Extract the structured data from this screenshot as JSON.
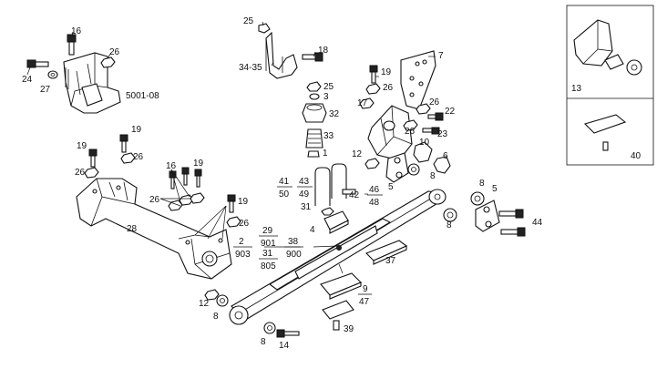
{
  "labels": {
    "l16a": "16",
    "l26a": "26",
    "l24": "24",
    "l27": "27",
    "l5001": "5001-08",
    "l25a": "25",
    "l18": "18",
    "l3435": "34-35",
    "l19a": "19",
    "l26b": "26",
    "l7": "7",
    "l25b": "25",
    "l3": "3",
    "l32": "32",
    "l33": "33",
    "l1": "1",
    "l17": "17",
    "l26c": "26",
    "l22": "22",
    "l26d": "26",
    "l23": "23",
    "l10": "10",
    "l6": "6",
    "l12a": "12",
    "l8a": "8",
    "l5a": "5",
    "l19b": "19",
    "l26e": "26",
    "l19c": "19",
    "l26f": "26",
    "l16b": "16",
    "l19d": "19",
    "l26g": "26",
    "l28": "28",
    "l19e": "19",
    "l26h": "26",
    "l31": "31",
    "l4": "4",
    "l42": "42",
    "l8b": "8",
    "l5b": "5",
    "l8c": "8",
    "l44": "44",
    "l37": "37",
    "l12b": "12",
    "l8d": "8",
    "l8e": "8",
    "l14": "14",
    "l39": "39",
    "l13": "13",
    "l40": "40"
  },
  "fractions": {
    "f41": {
      "num": "41",
      "den": "50"
    },
    "f43": {
      "num": "43",
      "den": "49"
    },
    "f46": {
      "num": "46",
      "den": "48"
    },
    "f2": {
      "num": "2",
      "den": "903"
    },
    "f29": {
      "num": "29",
      "den": "901"
    },
    "f51": {
      "num": "31",
      "den": "805"
    },
    "f38": {
      "num": "38",
      "den": "900"
    },
    "f9": {
      "num": "9",
      "den": "47"
    }
  }
}
